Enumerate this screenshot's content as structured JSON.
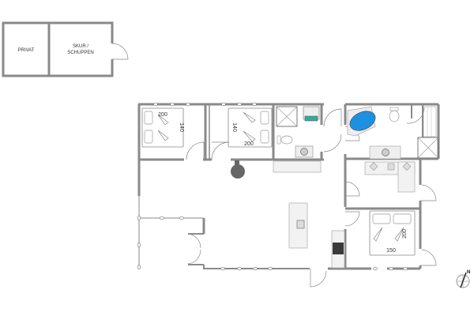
{
  "outbuilding": {
    "rooms": [
      {
        "label": "PRIVAT"
      },
      {
        "label_line1": "SKUR /",
        "label_line2": "SCHUPPEN"
      }
    ]
  },
  "main_house": {
    "bedrooms": [
      {
        "name": "bedroom-1",
        "bed_length": "200",
        "bed_width": "140"
      },
      {
        "name": "bedroom-2",
        "bed_length": "200",
        "bed_width": "140"
      },
      {
        "name": "bedroom-3",
        "bed_length": "200",
        "bed_width": "150"
      }
    ]
  },
  "compass": {
    "label": "N"
  },
  "colors": {
    "wall": "#8a8a8a",
    "bathtub": "#1e90e0",
    "stove": "#3a3a3a",
    "fireplace": "#666666",
    "fixture_fill": "#eeeeee"
  }
}
